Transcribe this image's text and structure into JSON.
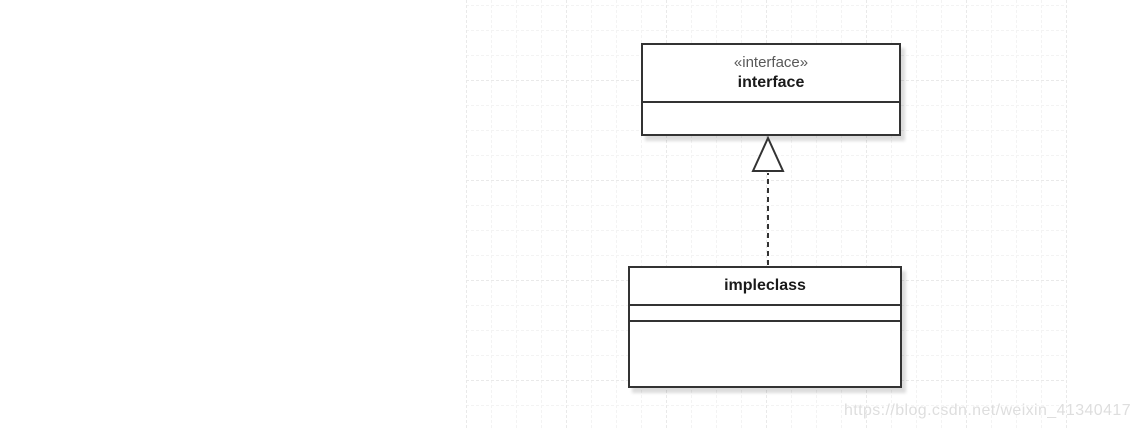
{
  "diagram": {
    "type": "uml-class-diagram",
    "nodes": [
      {
        "id": "interface",
        "stereotype": "«interface»",
        "name": "interface",
        "compartments_empty": 1
      },
      {
        "id": "impleclass",
        "name": "impleclass",
        "compartments_empty": 2
      }
    ],
    "edges": [
      {
        "from": "impleclass",
        "to": "interface",
        "type": "realization",
        "line_style": "dashed",
        "arrowhead": "hollow-triangle"
      }
    ],
    "colors": {
      "background": "#ffffff",
      "grid_minor": "#f3f3f3",
      "grid_major": "#e9e9e9",
      "node_fill": "#ffffff",
      "node_border": "#333333",
      "stereotype_text": "#595959",
      "name_text": "#1a1a1a",
      "shadow": "rgba(0,0,0,0.14)"
    }
  },
  "watermark": {
    "text": "https://blog.csdn.net/weixin_41340417",
    "color": "#dedede"
  }
}
